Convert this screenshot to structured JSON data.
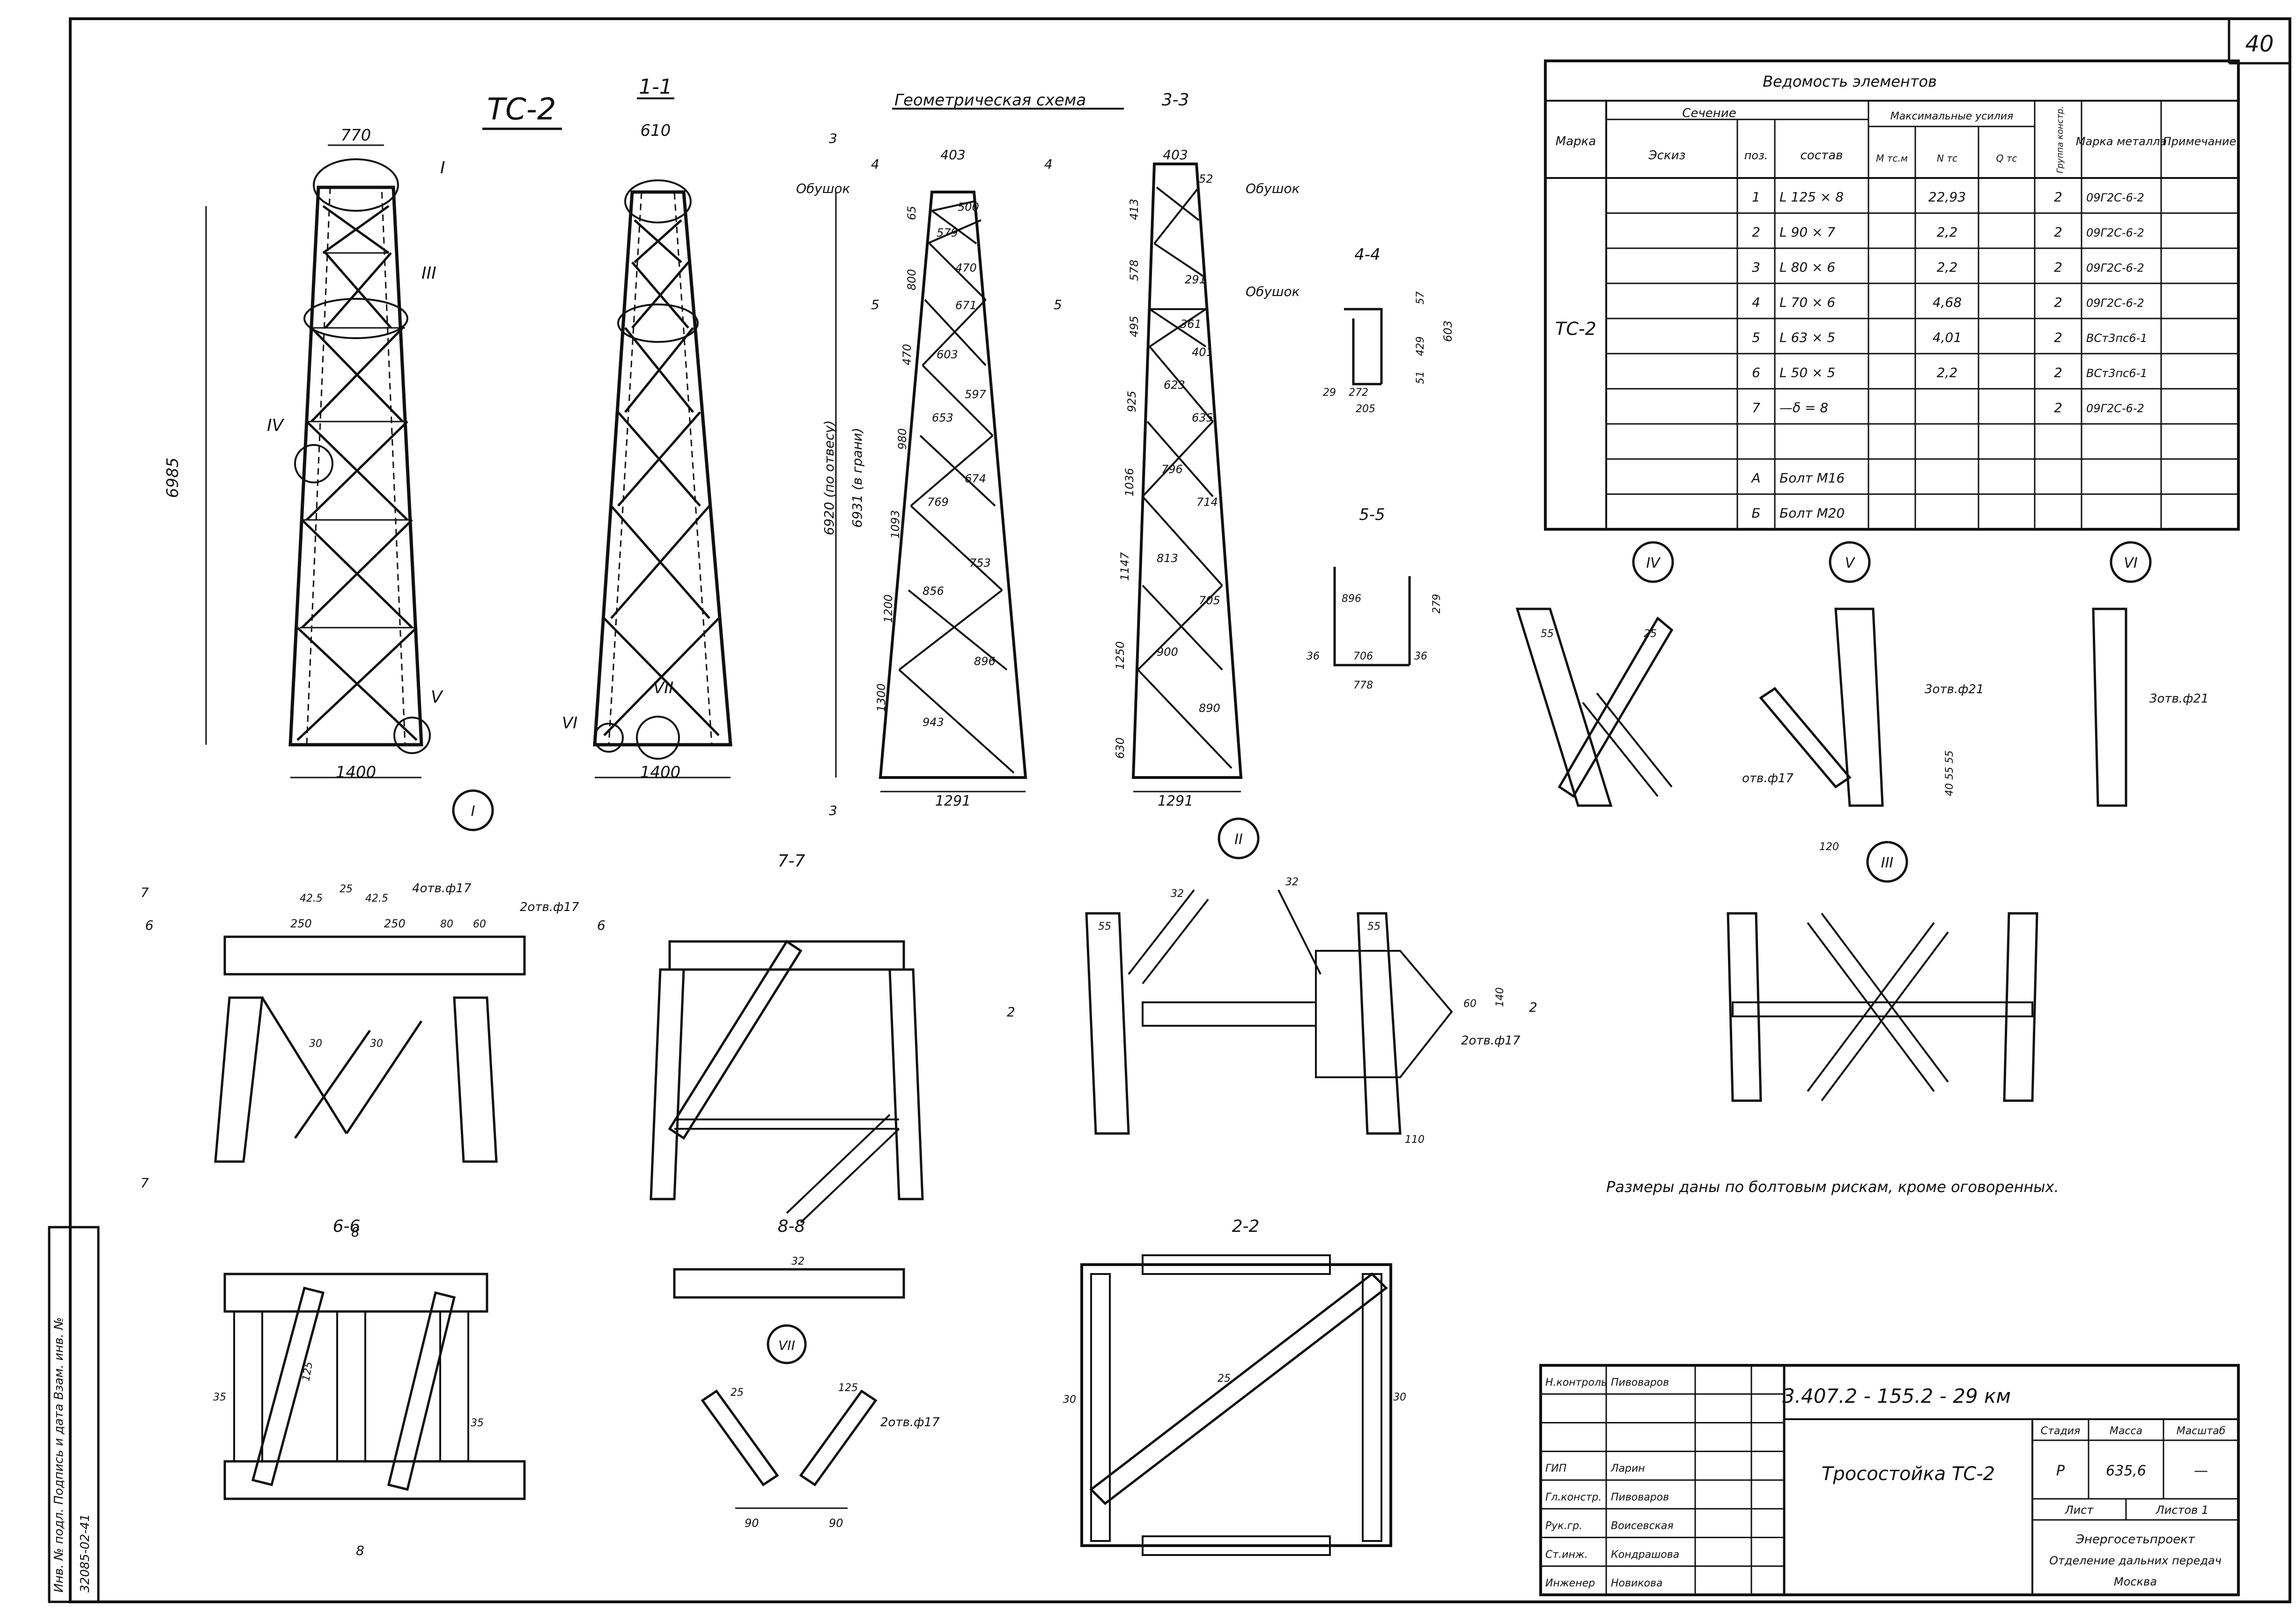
{
  "sheet_number": "40",
  "main_title": "ТС-2",
  "views": {
    "section_1_1": "1-1",
    "geometric_scheme": "Геометрическая схема",
    "section_3_3": "3-3",
    "section_4_4": "4-4",
    "section_5_5": "5-5",
    "section_7_7": "7-7",
    "section_6_6": "6-6",
    "section_8_8": "8-8",
    "section_2_2": "2-2"
  },
  "nodes": [
    "I",
    "II",
    "III",
    "IV",
    "V",
    "VI",
    "VII"
  ],
  "tower": {
    "top_width": "770",
    "top_width_1_1": "610",
    "bottom_width": "1400",
    "height": "6985"
  },
  "geometry": {
    "top": "403",
    "bottom": "1291",
    "obushok": "Обушок",
    "height_plumb": "6920 (по отвесу)",
    "height_face": "6931 (в грани)",
    "panels_left": [
      "65",
      "800",
      "470",
      "980",
      "1093",
      "1200",
      "1300"
    ],
    "diagonals_left": [
      "500",
      "579",
      "470",
      "671",
      "603",
      "597",
      "653",
      "674",
      "769",
      "753",
      "856",
      "896",
      "943"
    ],
    "panels_right": [
      "52",
      "413",
      "578",
      "495",
      "925",
      "1036",
      "1147",
      "1250",
      "630"
    ],
    "diagonals_right": [
      "291",
      "361",
      "401",
      "623",
      "635",
      "796",
      "714",
      "813",
      "705",
      "900",
      "890"
    ]
  },
  "sec44": {
    "a": "51",
    "b": "603",
    "c": "429",
    "d": "57",
    "e": "29",
    "f": "272",
    "g": "205"
  },
  "sec55": {
    "a": "896",
    "b": "279",
    "c": "706",
    "d": "778",
    "e": "36"
  },
  "node_notes": {
    "holes_3x21": "3отв.ф21",
    "holes_17": "отв.ф17",
    "holes_4x17": "4отв.ф17",
    "holes_2x17": "2отв.ф17",
    "dim_55": "55",
    "dim_25": "25",
    "dim_120": "120",
    "dim_40_55": "40 55 55"
  },
  "nodeI": {
    "d1": "250",
    "d2": "42.5",
    "d3": "80",
    "d4": "60",
    "d5": "25",
    "d6": "30"
  },
  "nodeII": {
    "d1": "32",
    "d2": "55",
    "d3": "60",
    "d4": "140",
    "d5": "110"
  },
  "bolt_note": "Размеры даны по болтовым рискам, кроме оговоренных.",
  "sec22": {
    "d1": "30",
    "d2": "25"
  },
  "sec66": {
    "d1": "35",
    "d2": "125"
  },
  "sec88": {
    "d1": "32"
  },
  "nodeVII": {
    "d1": "90",
    "d2": "25",
    "d3": "125"
  },
  "spec": {
    "title": "Ведомость элементов",
    "h_mark": "Марка",
    "h_section": "Сечение",
    "h_sketch": "Эскиз",
    "h_pos": "поз.",
    "h_comp": "состав",
    "h_forces": "Максимальные усилия",
    "h_m": "M тс.м",
    "h_n": "N тс",
    "h_q": "Q тс",
    "h_group": "Группа констр.",
    "h_steel": "Марка металла",
    "h_note": "Примечание",
    "mark": "ТС-2",
    "rows": [
      {
        "pos": "1",
        "comp": "L 125 × 8",
        "n": "22,93",
        "group": "2",
        "steel": "09Г2С-6-2"
      },
      {
        "pos": "2",
        "comp": "L 90 × 7",
        "n": "2,2",
        "group": "2",
        "steel": "09Г2С-6-2"
      },
      {
        "pos": "3",
        "comp": "L 80 × 6",
        "n": "2,2",
        "group": "2",
        "steel": "09Г2С-6-2"
      },
      {
        "pos": "4",
        "comp": "L 70 × 6",
        "n": "4,68",
        "group": "2",
        "steel": "09Г2С-6-2"
      },
      {
        "pos": "5",
        "comp": "L 63 × 5",
        "n": "4,01",
        "group": "2",
        "steel": "ВСт3пс6-1"
      },
      {
        "pos": "6",
        "comp": "L 50 × 5",
        "n": "2,2",
        "group": "2",
        "steel": "ВСт3пс6-1"
      },
      {
        "pos": "7",
        "comp": "—δ = 8",
        "n": "",
        "group": "2",
        "steel": "09Г2С-6-2"
      },
      {
        "pos": "",
        "comp": "",
        "n": "",
        "group": "",
        "steel": ""
      },
      {
        "pos": "А",
        "comp": "Болт М16",
        "n": "",
        "group": "",
        "steel": ""
      },
      {
        "pos": "Б",
        "comp": "Болт М20",
        "n": "",
        "group": "",
        "steel": ""
      }
    ]
  },
  "titleblock": {
    "code": "3.407.2 - 155.2 - 29 км",
    "name": "Тросостойка ТС-2",
    "stage_h": "Стадия",
    "mass_h": "Масса",
    "scale_h": "Масштаб",
    "stage": "Р",
    "mass": "635,6",
    "scale": "—",
    "sheet_h": "Лист",
    "sheets_h": "Листов 1",
    "org1": "Энергосетьпроект",
    "org2": "Отделение дальних передач",
    "org3": "Москва",
    "roles": [
      {
        "role": "Н.контроль",
        "name": "Пивоваров"
      },
      {
        "role": "",
        "name": ""
      },
      {
        "role": "",
        "name": ""
      },
      {
        "role": "ГИП",
        "name": "Ларин"
      },
      {
        "role": "Гл.констр.",
        "name": "Пивоваров"
      },
      {
        "role": "Рук.гр.",
        "name": "Воисевская"
      },
      {
        "role": "Ст.инж.",
        "name": "Кондрашова"
      },
      {
        "role": "Инженер",
        "name": "Новикова"
      }
    ]
  },
  "side_stamp": "Инв. № подл. Подпись и дата Взам. инв. №",
  "side_num": "32085-02-41"
}
